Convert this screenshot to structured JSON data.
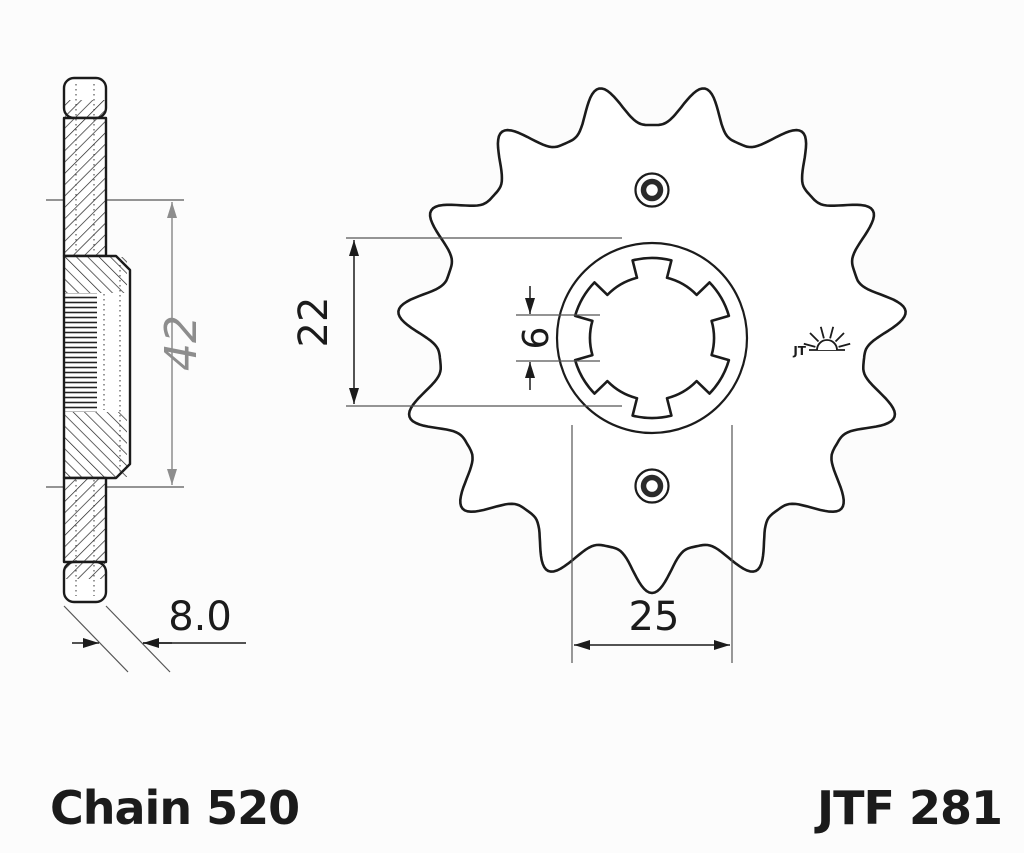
{
  "labels": {
    "chain": "Chain 520",
    "part_number": "JTF 281",
    "logo": "JT"
  },
  "dimensions": {
    "hub_diameter": "42",
    "width": "8.0",
    "bore_diameter": "22",
    "spline_width": "6",
    "hub_bore_diameter": "25"
  },
  "drawing": {
    "teeth_count": 15,
    "spline_count": 6
  },
  "colors": {
    "line": "#1b1b1b",
    "dim_gray": "#8d8d8d",
    "background": "#fcfcfc"
  }
}
